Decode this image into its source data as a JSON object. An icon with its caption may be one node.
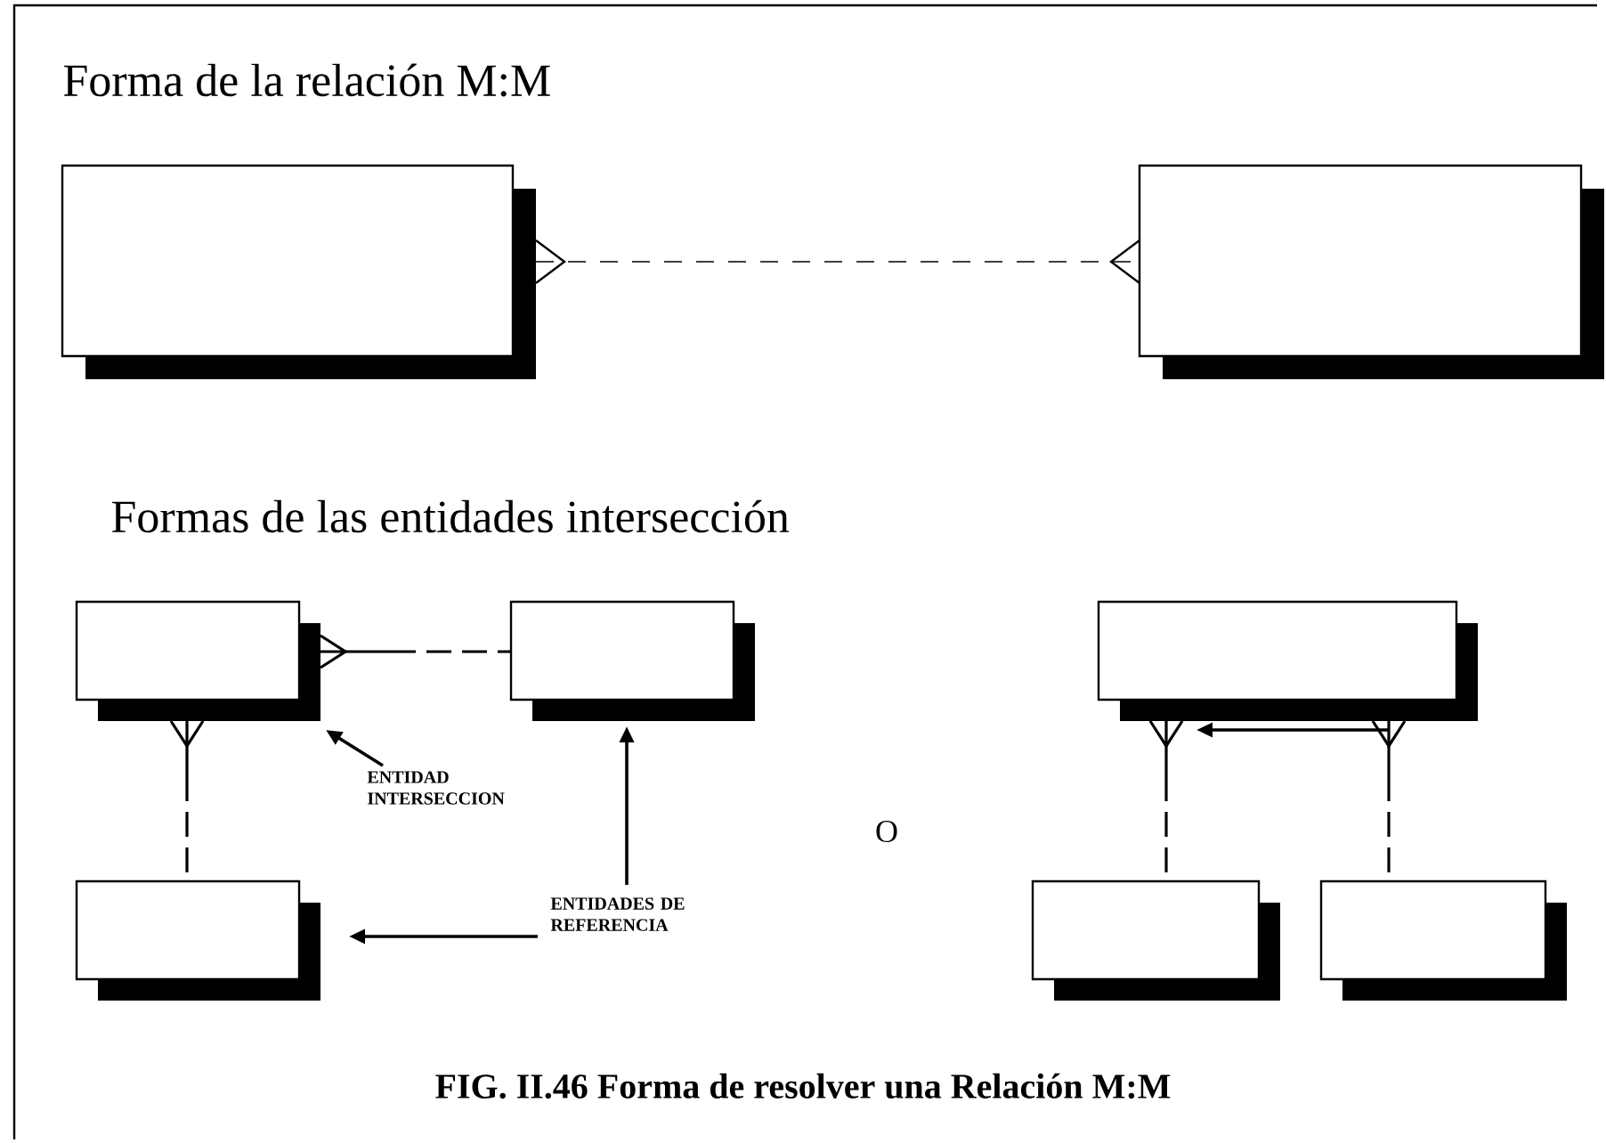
{
  "diagram": {
    "caption": "FIG. II.46 Forma de resolver una Relación M:M",
    "nodes": [
      {
        "text": [],
        "shape": "box"
      },
      {
        "text": [],
        "shape": "box"
      },
      {
        "text": [],
        "shape": "box"
      },
      {
        "text": [],
        "shape": "box"
      },
      {
        "text": [],
        "shape": "box"
      },
      {
        "text": [],
        "shape": "box"
      },
      {
        "text": [],
        "shape": "box"
      },
      {
        "text": [],
        "shape": "box"
      },
      {
        "text": [
          "ENTIDAD INTERSECCION"
        ]
      },
      {
        "text": [
          "ENTIDADES DE REFERENCIA"
        ]
      }
    ],
    "edges": [
      {
        "from": 0,
        "to": 1,
        "arrow": "other",
        "style": "dashed"
      },
      {
        "from": 2,
        "to": 3,
        "arrow": "other",
        "style": "dashed"
      },
      {
        "from": 2,
        "to": 4,
        "arrow": "other",
        "style": "dashed"
      },
      {
        "from": 5,
        "to": 6,
        "arrow": "other",
        "style": "dashed"
      },
      {
        "from": 5,
        "to": 7,
        "arrow": "other",
        "style": "dashed"
      },
      {
        "from": 8,
        "to": 2,
        "arrow": "to"
      },
      {
        "from": 9,
        "to": 3,
        "arrow": "to"
      },
      {
        "from": 9,
        "to": 4,
        "arrow": "to"
      }
    ],
    "labels": [
      "Forma de la relación M:M",
      "Formas de las entidades intersección",
      "O"
    ]
  }
}
